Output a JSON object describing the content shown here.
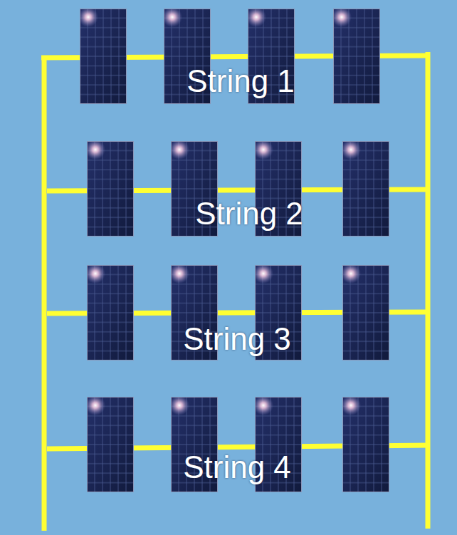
{
  "diagram": {
    "labels": [
      "String 1",
      "String 2",
      "String 3",
      "String 4"
    ]
  }
}
